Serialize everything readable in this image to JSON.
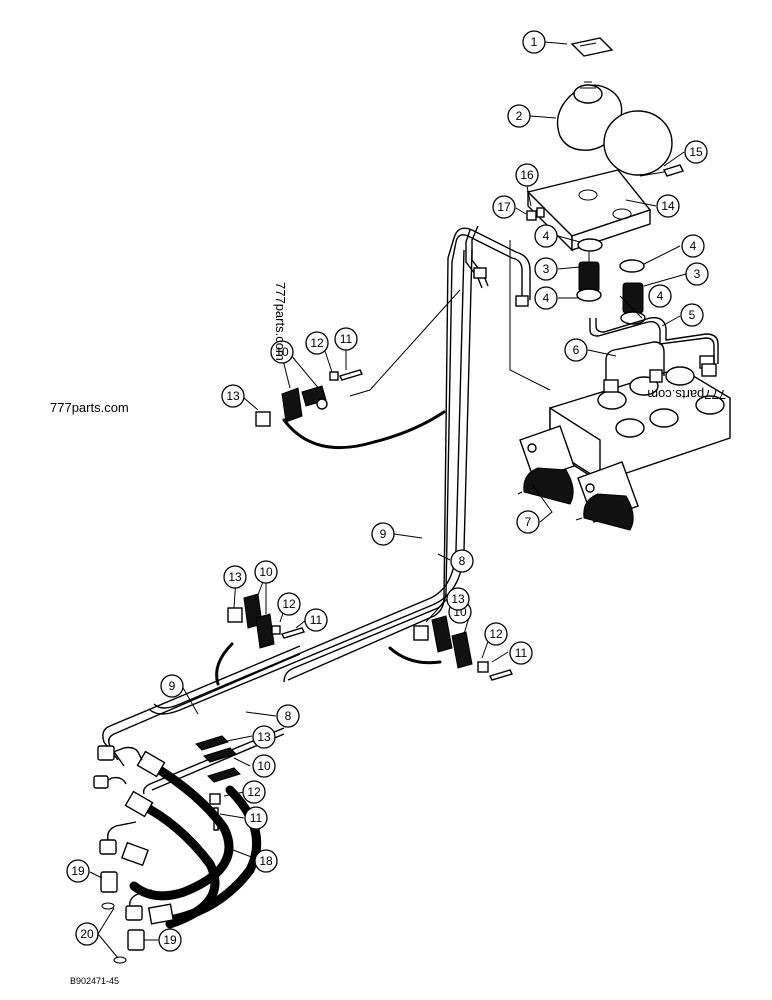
{
  "watermarks": [
    "777parts.com",
    "777parts.com",
    "777parts.com"
  ],
  "figure_code": "B902471-45",
  "callouts": [
    {
      "label": "1"
    },
    {
      "label": "2"
    },
    {
      "label": "3"
    },
    {
      "label": "3"
    },
    {
      "label": "4"
    },
    {
      "label": "4"
    },
    {
      "label": "4"
    },
    {
      "label": "4"
    },
    {
      "label": "5"
    },
    {
      "label": "6"
    },
    {
      "label": "7"
    },
    {
      "label": "8"
    },
    {
      "label": "8"
    },
    {
      "label": "9"
    },
    {
      "label": "9"
    },
    {
      "label": "10"
    },
    {
      "label": "10"
    },
    {
      "label": "10"
    },
    {
      "label": "10"
    },
    {
      "label": "11"
    },
    {
      "label": "11"
    },
    {
      "label": "11"
    },
    {
      "label": "11"
    },
    {
      "label": "12"
    },
    {
      "label": "12"
    },
    {
      "label": "12"
    },
    {
      "label": "12"
    },
    {
      "label": "13"
    },
    {
      "label": "13"
    },
    {
      "label": "13"
    },
    {
      "label": "13"
    },
    {
      "label": "14"
    },
    {
      "label": "15"
    },
    {
      "label": "16"
    },
    {
      "label": "17"
    },
    {
      "label": "18"
    },
    {
      "label": "19"
    },
    {
      "label": "19"
    },
    {
      "label": "20"
    }
  ]
}
